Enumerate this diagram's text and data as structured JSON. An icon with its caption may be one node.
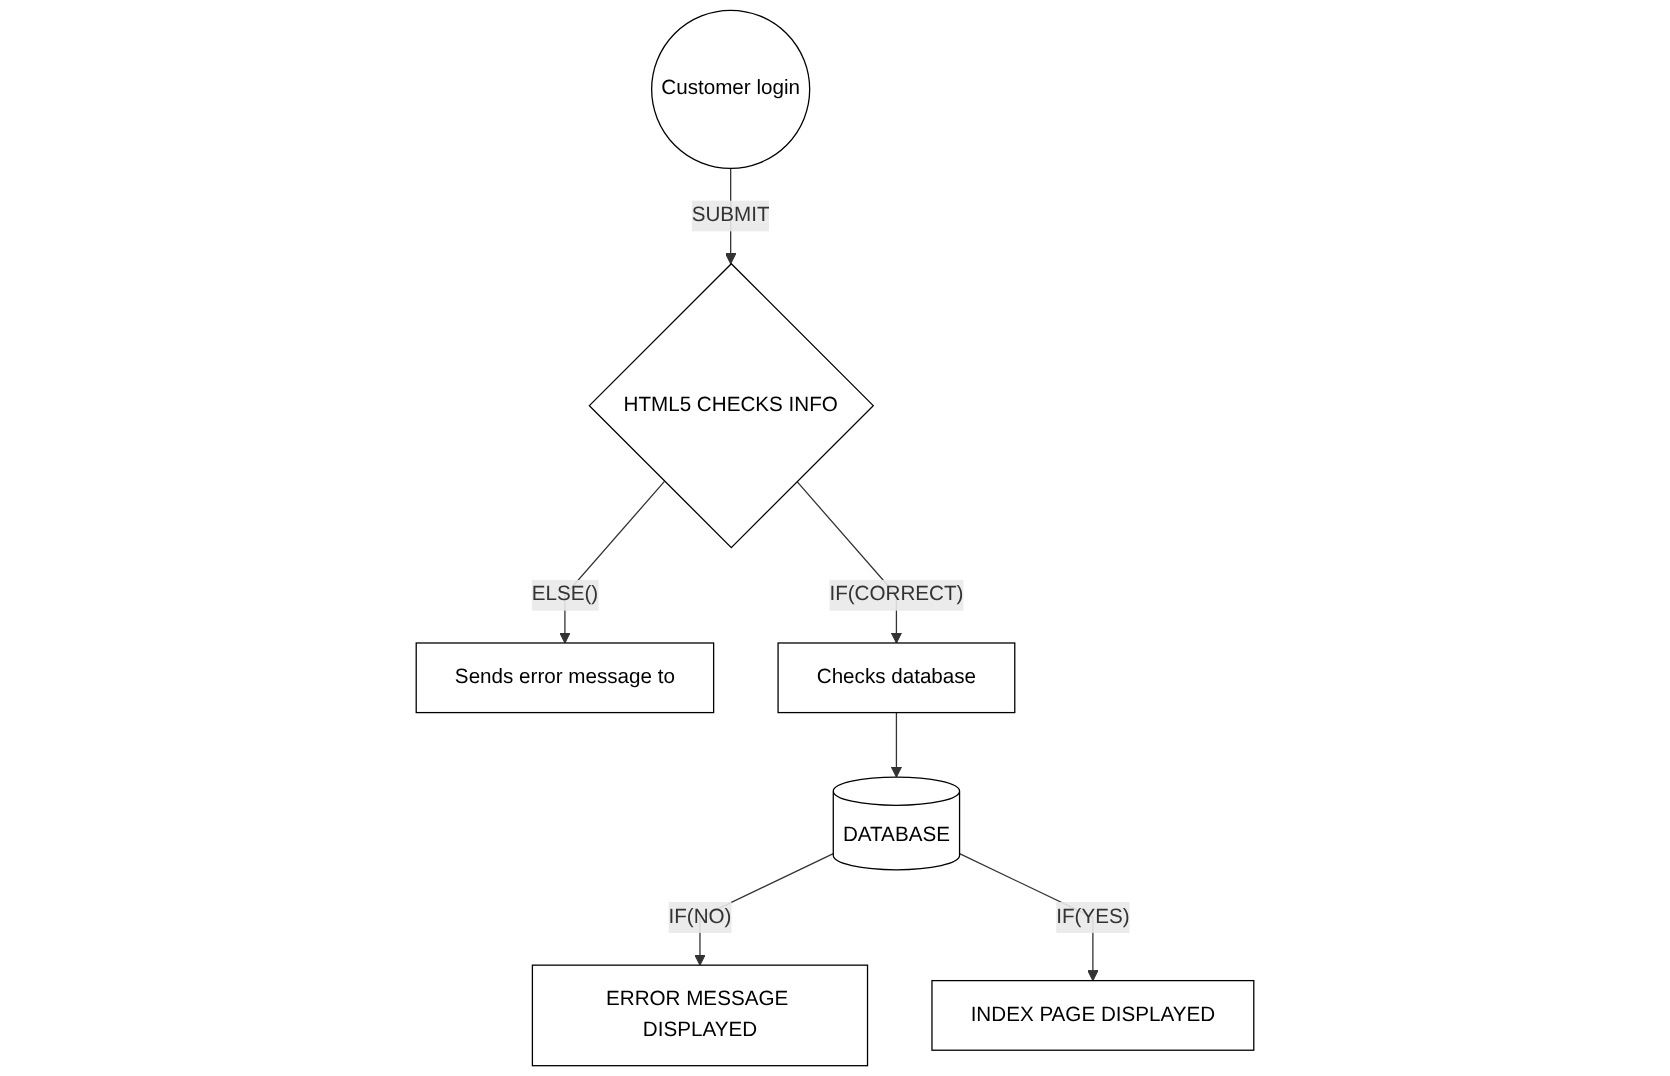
{
  "diagram": {
    "nodes": [
      {
        "text": [
          "Customer login"
        ]
      },
      {
        "text": [
          "HTML5 CHECKS INFO"
        ]
      },
      {
        "text": [
          "Sends error message to"
        ]
      },
      {
        "text": [
          "Checks database"
        ]
      },
      {
        "text": [
          "DATABASE"
        ]
      },
      {
        "text": [
          "ERROR MESSAGE DISPLAYED"
        ]
      },
      {
        "text": [
          "INDEX PAGE DISPLAYED"
        ]
      }
    ],
    "edges": [
      {
        "from": 0,
        "to": 1,
        "arrow": "to",
        "label": "SUBMIT"
      },
      {
        "from": 1,
        "to": 2,
        "arrow": "to",
        "label": "ELSE()"
      },
      {
        "from": 1,
        "to": 3,
        "arrow": "to",
        "label": "IF(CORRECT)"
      },
      {
        "from": 3,
        "to": 4,
        "arrow": "to"
      },
      {
        "from": 4,
        "to": 5,
        "arrow": "to",
        "label": "IF(NO)"
      },
      {
        "from": 4,
        "to": 6,
        "arrow": "to",
        "label": "IF(YES)"
      }
    ]
  }
}
